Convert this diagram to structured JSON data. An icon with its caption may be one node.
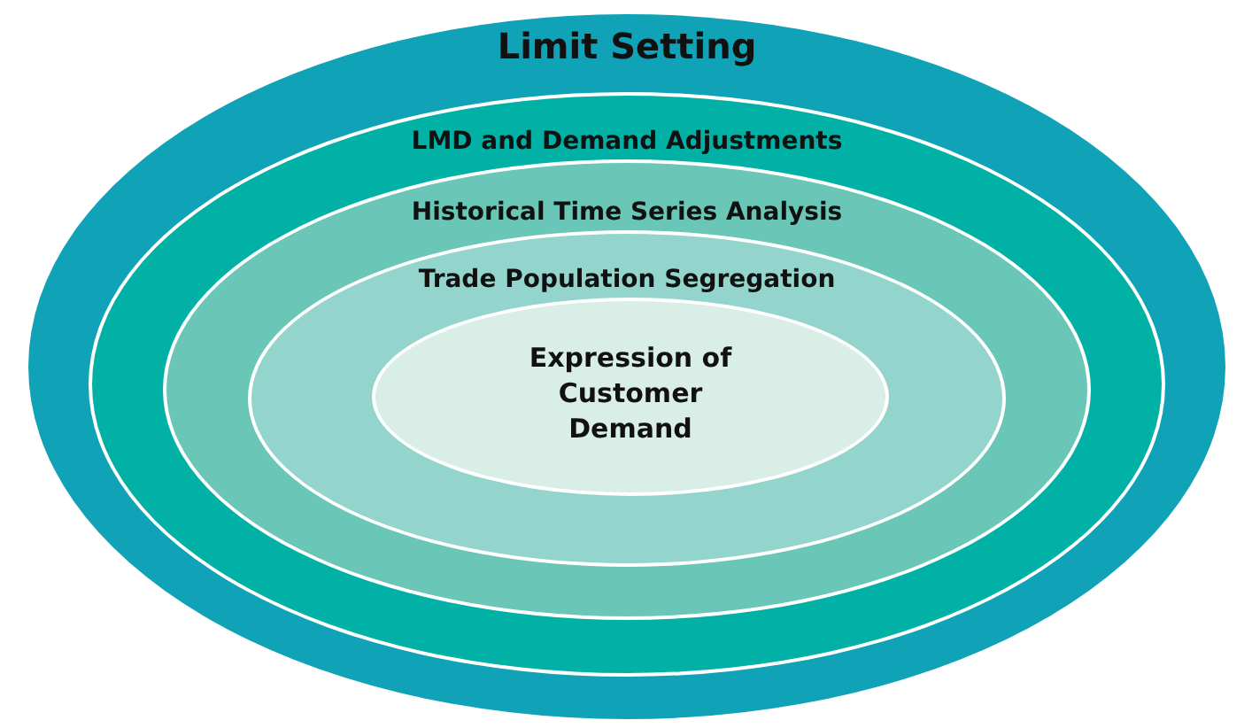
{
  "diagram": {
    "nodes": [
      {
        "text": [
          "Limit Setting"
        ]
      },
      {
        "text": [
          "LMD and Demand Adjustments"
        ],
        "in": 0
      },
      {
        "text": [
          "Historical Time Series Analysis"
        ],
        "in": 1
      },
      {
        "text": [
          "Trade Population Segregation"
        ],
        "in": 2
      },
      {
        "text": [
          "Expression of Customer Demand"
        ],
        "in": 3
      }
    ]
  }
}
